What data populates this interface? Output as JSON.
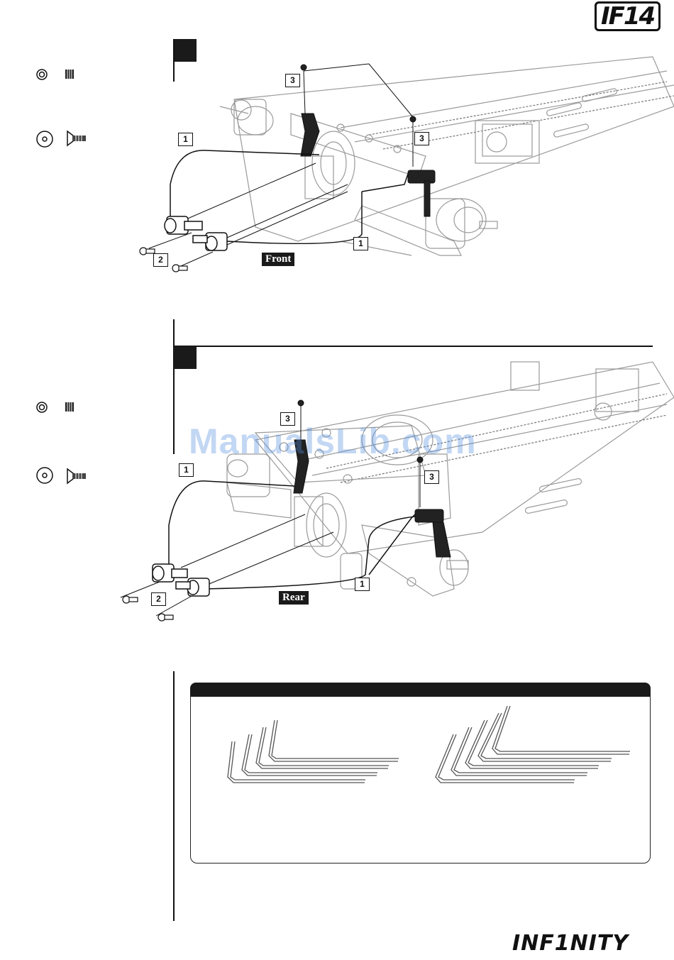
{
  "header": {
    "model_logo": "IF14"
  },
  "footer": {
    "brand_logo": "INF1NITY"
  },
  "watermark": {
    "text": "ManualsLib.com"
  },
  "front_step": {
    "callouts": [
      "3",
      "1",
      "3",
      "2",
      "1"
    ],
    "direction_tag": "Front",
    "icons": [
      "lock-nut-icon",
      "set-screw-icon",
      "washer-icon",
      "flat-head-screw-icon"
    ]
  },
  "rear_step": {
    "callouts": [
      "3",
      "1",
      "3",
      "2",
      "1"
    ],
    "direction_tag": "Rear",
    "icons": [
      "lock-nut-icon",
      "set-screw-icon",
      "washer-icon",
      "flat-head-screw-icon"
    ]
  },
  "colors": {
    "ink": "#1a1a1a",
    "gray_line": "#9a9a9a",
    "watermark": "#508cdc"
  }
}
